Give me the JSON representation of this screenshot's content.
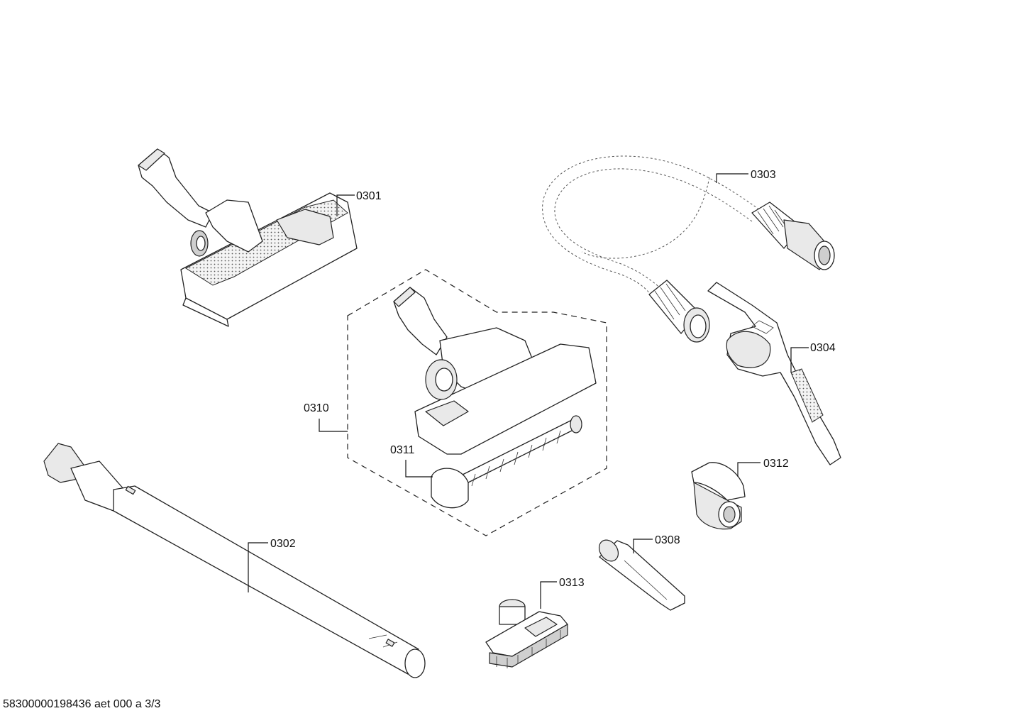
{
  "labels": {
    "p0301": "0301",
    "p0302": "0302",
    "p0303": "0303",
    "p0304": "0304",
    "p0308": "0308",
    "p0310": "0310",
    "p0311": "0311",
    "p0312": "0312",
    "p0313": "0313"
  },
  "footer": "58300000198436 aet 000 a 3/3"
}
